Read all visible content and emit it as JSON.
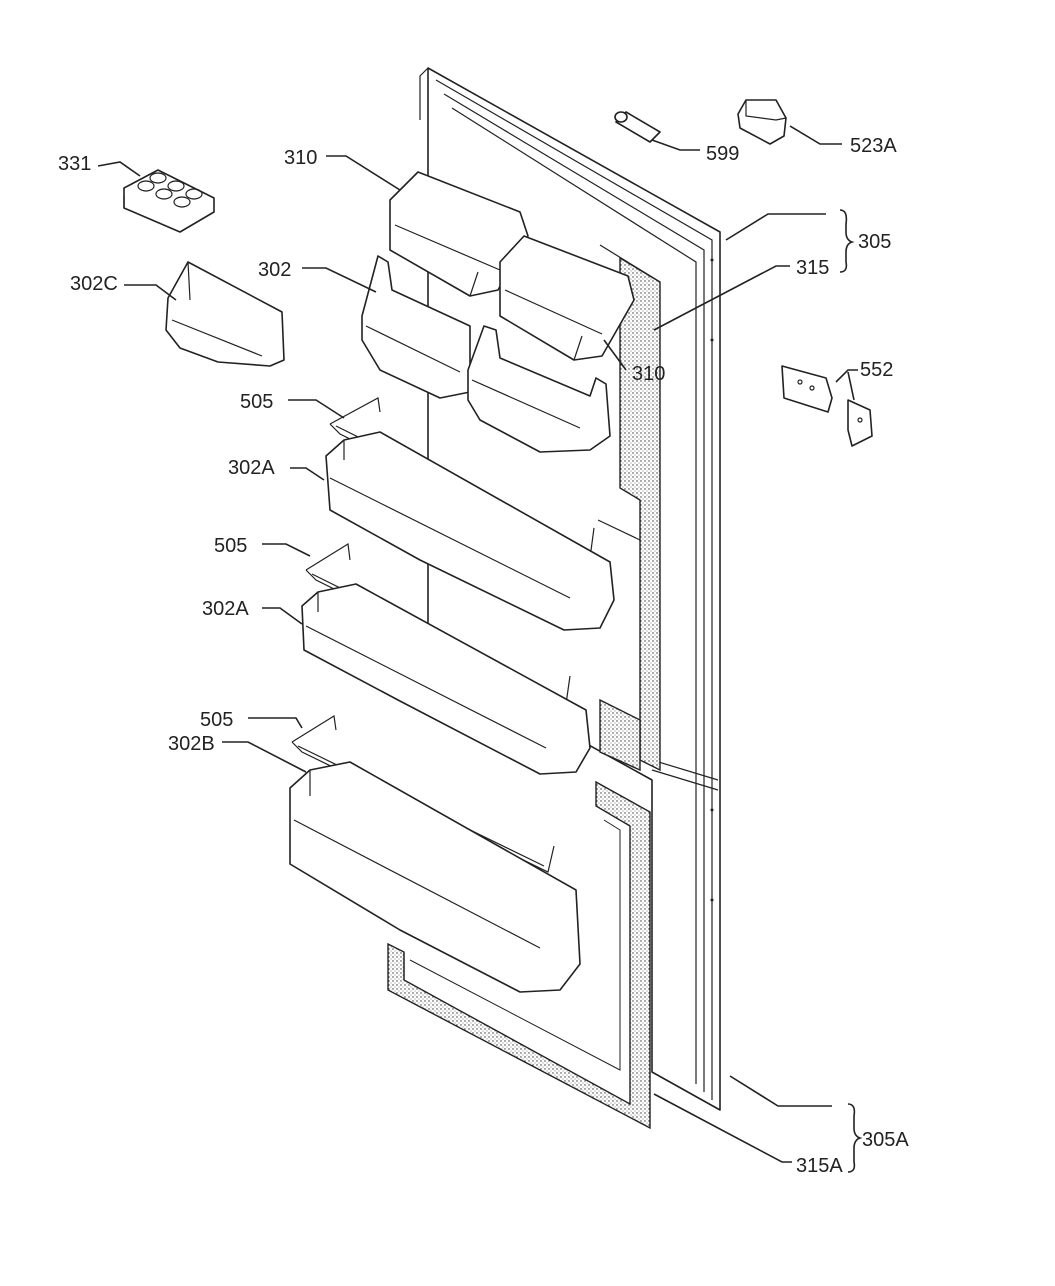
{
  "labels": {
    "p331": "331",
    "p302c": "302C",
    "p310_top": "310",
    "p302": "302",
    "p310_right": "310",
    "p505_a": "505",
    "p302a_a": "302A",
    "p505_b": "505",
    "p302a_b": "302A",
    "p505_c": "505",
    "p302b": "302B",
    "p599": "599",
    "p523a": "523A",
    "p305": "305",
    "p315": "315",
    "p552": "552",
    "p305a": "305A",
    "p315a": "315A"
  },
  "colors": {
    "ink": "#222222",
    "paper": "#ffffff"
  }
}
